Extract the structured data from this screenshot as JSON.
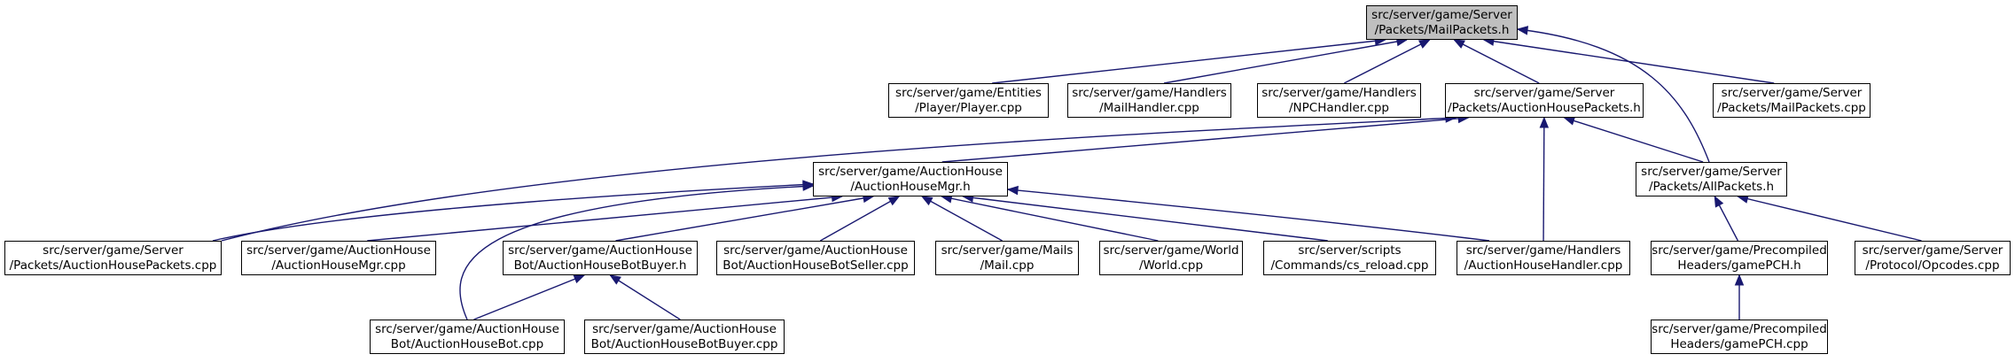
{
  "colors": {
    "edge": "#191970",
    "root_fill": "#bfbfbf",
    "node_fill": "#ffffff",
    "node_border": "#000000"
  },
  "nodes": {
    "root": {
      "line1": "src/server/game/Server",
      "line2": "/Packets/MailPackets.h"
    },
    "player_cpp": {
      "line1": "src/server/game/Entities",
      "line2": "/Player/Player.cpp"
    },
    "mailhandler": {
      "line1": "src/server/game/Handlers",
      "line2": "/MailHandler.cpp"
    },
    "npchandler": {
      "line1": "src/server/game/Handlers",
      "line2": "/NPCHandler.cpp"
    },
    "ahpackets_h": {
      "line1": "src/server/game/Server",
      "line2": "/Packets/AuctionHousePackets.h"
    },
    "mailpackets_cpp": {
      "line1": "src/server/game/Server",
      "line2": "/Packets/MailPackets.cpp"
    },
    "ahmgr_h": {
      "line1": "src/server/game/AuctionHouse",
      "line2": "/AuctionHouseMgr.h"
    },
    "allpackets_h": {
      "line1": "src/server/game/Server",
      "line2": "/Packets/AllPackets.h"
    },
    "ahpackets_cpp": {
      "line1": "src/server/game/Server",
      "line2": "/Packets/AuctionHousePackets.cpp"
    },
    "ahmgr_cpp": {
      "line1": "src/server/game/AuctionHouse",
      "line2": "/AuctionHouseMgr.cpp"
    },
    "botbuyer_h": {
      "line1": "src/server/game/AuctionHouse",
      "line2": "Bot/AuctionHouseBotBuyer.h"
    },
    "botseller_cpp": {
      "line1": "src/server/game/AuctionHouse",
      "line2": "Bot/AuctionHouseBotSeller.cpp"
    },
    "mail_cpp": {
      "line1": "src/server/game/Mails",
      "line2": "/Mail.cpp"
    },
    "world_cpp": {
      "line1": "src/server/game/World",
      "line2": "/World.cpp"
    },
    "cs_reload": {
      "line1": "src/server/scripts",
      "line2": "/Commands/cs_reload.cpp"
    },
    "ahhandler": {
      "line1": "src/server/game/Handlers",
      "line2": "/AuctionHouseHandler.cpp"
    },
    "gamepch_h": {
      "line1": "src/server/game/Precompiled",
      "line2": "Headers/gamePCH.h"
    },
    "opcodes": {
      "line1": "src/server/game/Server",
      "line2": "/Protocol/Opcodes.cpp"
    },
    "ahbot_cpp": {
      "line1": "src/server/game/AuctionHouse",
      "line2": "Bot/AuctionHouseBot.cpp"
    },
    "botbuyer_cpp": {
      "line1": "src/server/game/AuctionHouse",
      "line2": "Bot/AuctionHouseBotBuyer.cpp"
    },
    "gamepch_cpp": {
      "line1": "src/server/game/Precompiled",
      "line2": "Headers/gamePCH.cpp"
    }
  },
  "edges": [
    {
      "from": "player_cpp",
      "to": "root"
    },
    {
      "from": "mailhandler",
      "to": "root"
    },
    {
      "from": "npchandler",
      "to": "root"
    },
    {
      "from": "ahpackets_h",
      "to": "root"
    },
    {
      "from": "allpackets_h",
      "to": "root"
    },
    {
      "from": "mailpackets_cpp",
      "to": "root"
    },
    {
      "from": "ahpackets_cpp",
      "to": "ahpackets_h"
    },
    {
      "from": "ahmgr_h",
      "to": "ahpackets_h"
    },
    {
      "from": "ahhandler",
      "to": "ahpackets_h"
    },
    {
      "from": "allpackets_h",
      "to": "ahpackets_h"
    },
    {
      "from": "ahpackets_cpp",
      "to": "ahmgr_h"
    },
    {
      "from": "ahmgr_cpp",
      "to": "ahmgr_h"
    },
    {
      "from": "ahbot_cpp",
      "to": "ahmgr_h"
    },
    {
      "from": "botbuyer_h",
      "to": "ahmgr_h"
    },
    {
      "from": "botseller_cpp",
      "to": "ahmgr_h"
    },
    {
      "from": "mail_cpp",
      "to": "ahmgr_h"
    },
    {
      "from": "world_cpp",
      "to": "ahmgr_h"
    },
    {
      "from": "cs_reload",
      "to": "ahmgr_h"
    },
    {
      "from": "ahhandler",
      "to": "ahmgr_h"
    },
    {
      "from": "gamepch_h",
      "to": "allpackets_h"
    },
    {
      "from": "opcodes",
      "to": "allpackets_h"
    },
    {
      "from": "ahbot_cpp",
      "to": "botbuyer_h"
    },
    {
      "from": "botbuyer_cpp",
      "to": "botbuyer_h"
    },
    {
      "from": "gamepch_cpp",
      "to": "gamepch_h"
    }
  ]
}
